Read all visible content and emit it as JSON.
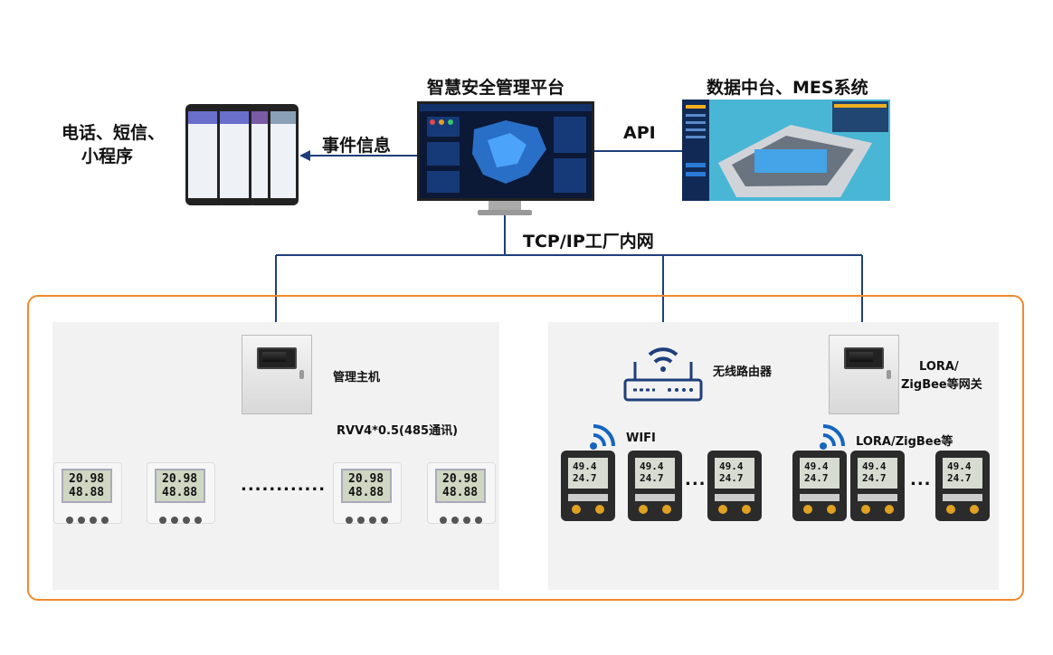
{
  "top": {
    "platform_label": "智慧安全管理平台",
    "mes_label": "数据中台、MES系统",
    "api_label": "API",
    "event_label": "事件信息",
    "mobile_label_line1": "电话、短信、",
    "mobile_label_line2": "小程序",
    "network_label": "TCP/IP工厂内网"
  },
  "left_panel": {
    "host_label": "管理主机",
    "bus_label": "RVV4*0.5(485通讯)",
    "ellipsis": "............",
    "thermo_reading_1": "20.98",
    "thermo_reading_2": "48.88"
  },
  "right_panel": {
    "router_label": "无线路由器",
    "gateway_label_line1": "LORA/",
    "gateway_label_line2": "ZigBee等网关",
    "wifi_label": "WIFI",
    "lora_label": "LORA/ZigBee等",
    "ellipsis": "...",
    "logger_reading_1": "49.4",
    "logger_reading_2": "24.7"
  },
  "colors": {
    "line_blue": "#1f3f7a",
    "bus_orange": "#e98a2a",
    "frame_orange": "#f08a2c",
    "wifi_blue": "#1565c0"
  }
}
